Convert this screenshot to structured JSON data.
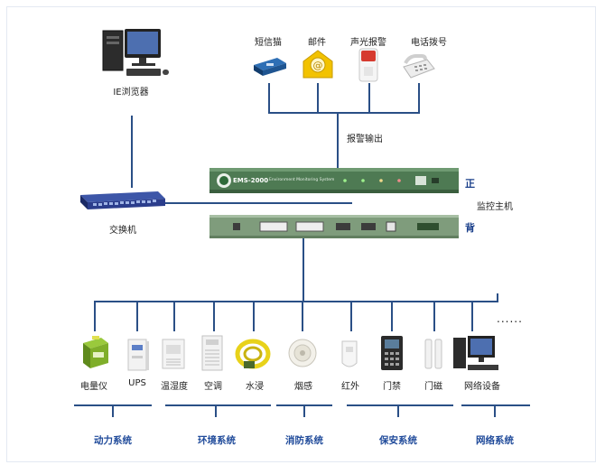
{
  "top_devices": {
    "sms": "短信猫",
    "email": "邮件",
    "alarm": "声光报警",
    "phone": "电话拨号"
  },
  "browser_label": "IE浏览器",
  "switch_label": "交换机",
  "alarm_output_label": "报警输出",
  "host": {
    "front_label": "正",
    "back_label": "背",
    "name": "监控主机",
    "model": "EMS-2000",
    "subtitle": "Environment Monitoring System"
  },
  "ellipsis": "......",
  "bottom_devices": [
    "电量仪",
    "UPS",
    "温湿度",
    "空调",
    "水浸",
    "烟感",
    "红外",
    "门禁",
    "门磁",
    "网络设备"
  ],
  "groups": [
    "动力系统",
    "环境系统",
    "消防系统",
    "保安系统",
    "网络系统"
  ],
  "colors": {
    "line": "#2a4f86",
    "group_text": "#1f4a9a",
    "host_front": "#4e7a53",
    "host_back": "#7f9c7c",
    "switch": "#2b3d8c"
  }
}
